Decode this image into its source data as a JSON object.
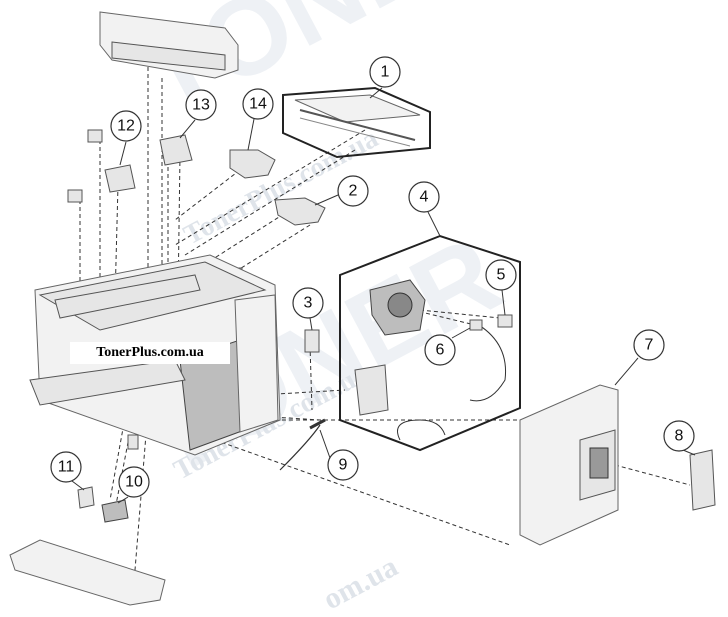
{
  "watermark": {
    "brand_big": "TONER",
    "site_text": "TonerPlus.com.ua",
    "domain_fragment": "om.ua"
  },
  "brand_label": "TonerPlus.com.ua",
  "callouts": [
    {
      "id": "1",
      "label": "1"
    },
    {
      "id": "2",
      "label": "2"
    },
    {
      "id": "3",
      "label": "3"
    },
    {
      "id": "4",
      "label": "4"
    },
    {
      "id": "5",
      "label": "5"
    },
    {
      "id": "6",
      "label": "6"
    },
    {
      "id": "7",
      "label": "7"
    },
    {
      "id": "8",
      "label": "8"
    },
    {
      "id": "9",
      "label": "9"
    },
    {
      "id": "10",
      "label": "10"
    },
    {
      "id": "11",
      "label": "11"
    },
    {
      "id": "12",
      "label": "12"
    },
    {
      "id": "13",
      "label": "13"
    },
    {
      "id": "14",
      "label": "14"
    }
  ],
  "colors": {
    "line": "#333333",
    "watermark": "#dfe4ea"
  }
}
